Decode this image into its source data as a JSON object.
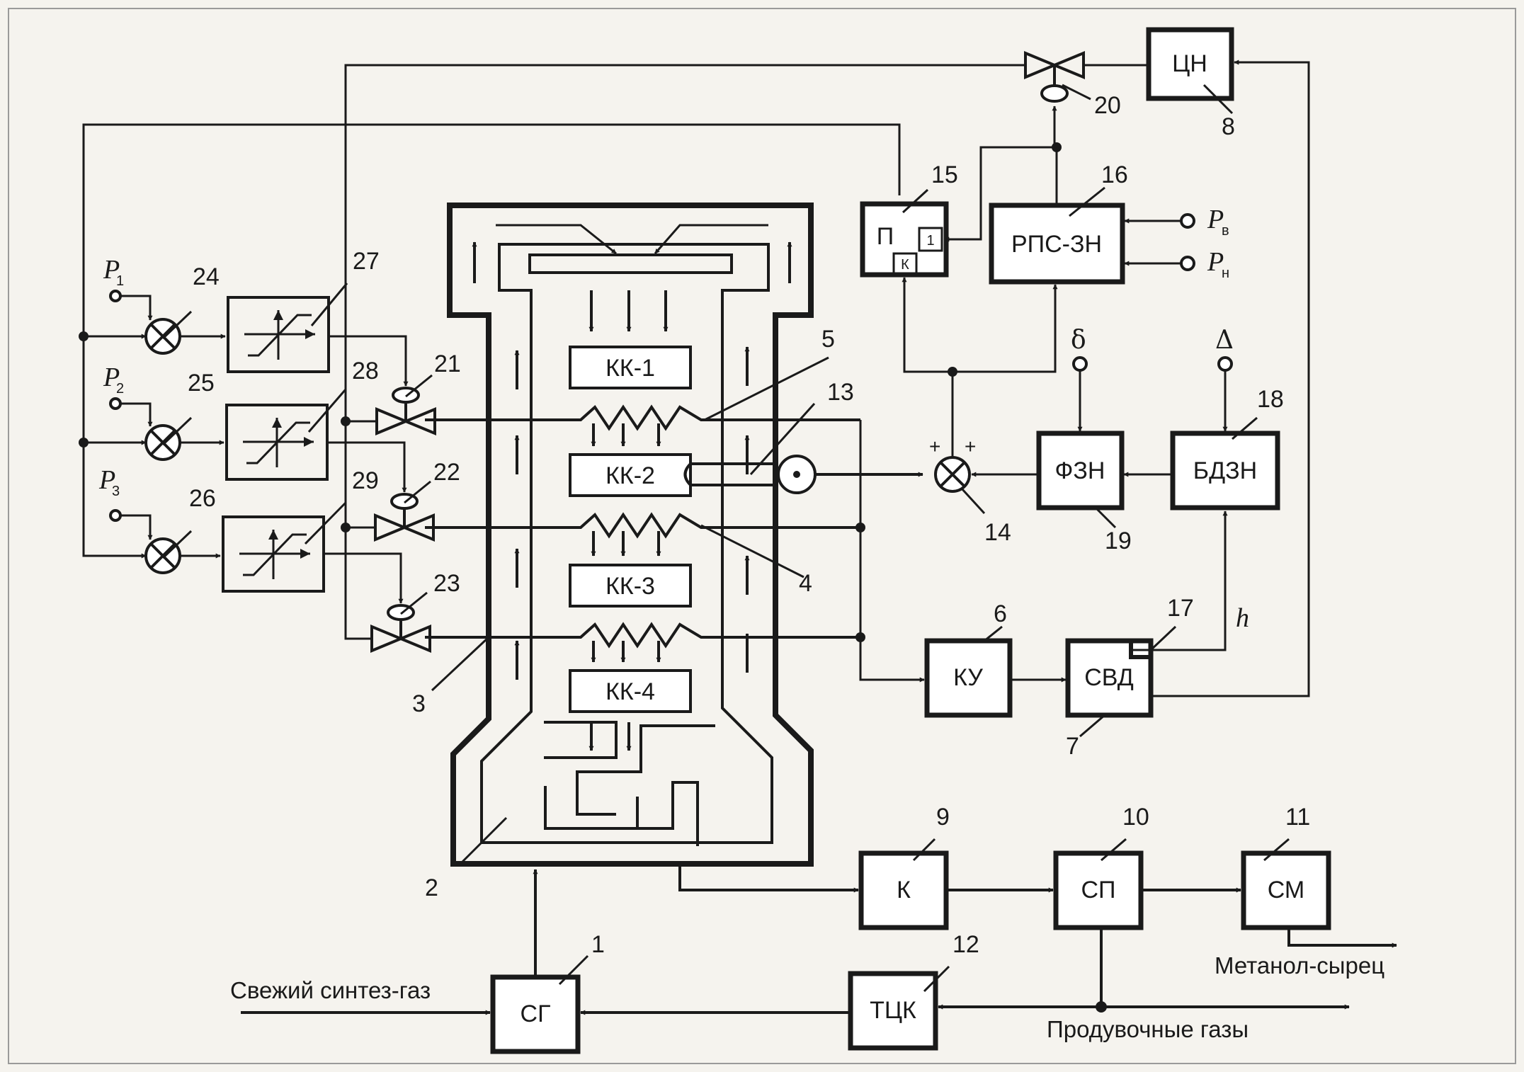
{
  "blocks": {
    "sg": "СГ",
    "k": "К",
    "sp": "СП",
    "sm": "СМ",
    "tck": "ТЦК",
    "ku": "КУ",
    "svd": "СВД",
    "cn": "ЦН",
    "p": "П",
    "p_inner_1": "1",
    "p_inner_k": "К",
    "rps": "РПС-ЗН",
    "fzn": "ФЗН",
    "bdzn": "БДЗН"
  },
  "catalyst_beds": [
    "КК-1",
    "КК-2",
    "КК-3",
    "КК-4"
  ],
  "numbers": [
    "1",
    "2",
    "3",
    "4",
    "5",
    "6",
    "7",
    "8",
    "9",
    "10",
    "11",
    "12",
    "13",
    "14",
    "15",
    "16",
    "17",
    "18",
    "19",
    "20",
    "21",
    "22",
    "23",
    "24",
    "25",
    "26",
    "27",
    "28",
    "29"
  ],
  "signals": {
    "p1": "P",
    "p1_sub": "1",
    "p2": "P",
    "p2_sub": "2",
    "p3": "P",
    "p3_sub": "3",
    "pv": "P",
    "pv_sub": "в",
    "pn": "P",
    "pn_sub": "н",
    "delta_small": "δ",
    "delta_big": "Δ",
    "h": "h",
    "plus": "+"
  },
  "streams": {
    "fresh_gas": "Свежий синтез-газ",
    "methanol": "Метанол-сырец",
    "purge": "Продувочные газы"
  }
}
